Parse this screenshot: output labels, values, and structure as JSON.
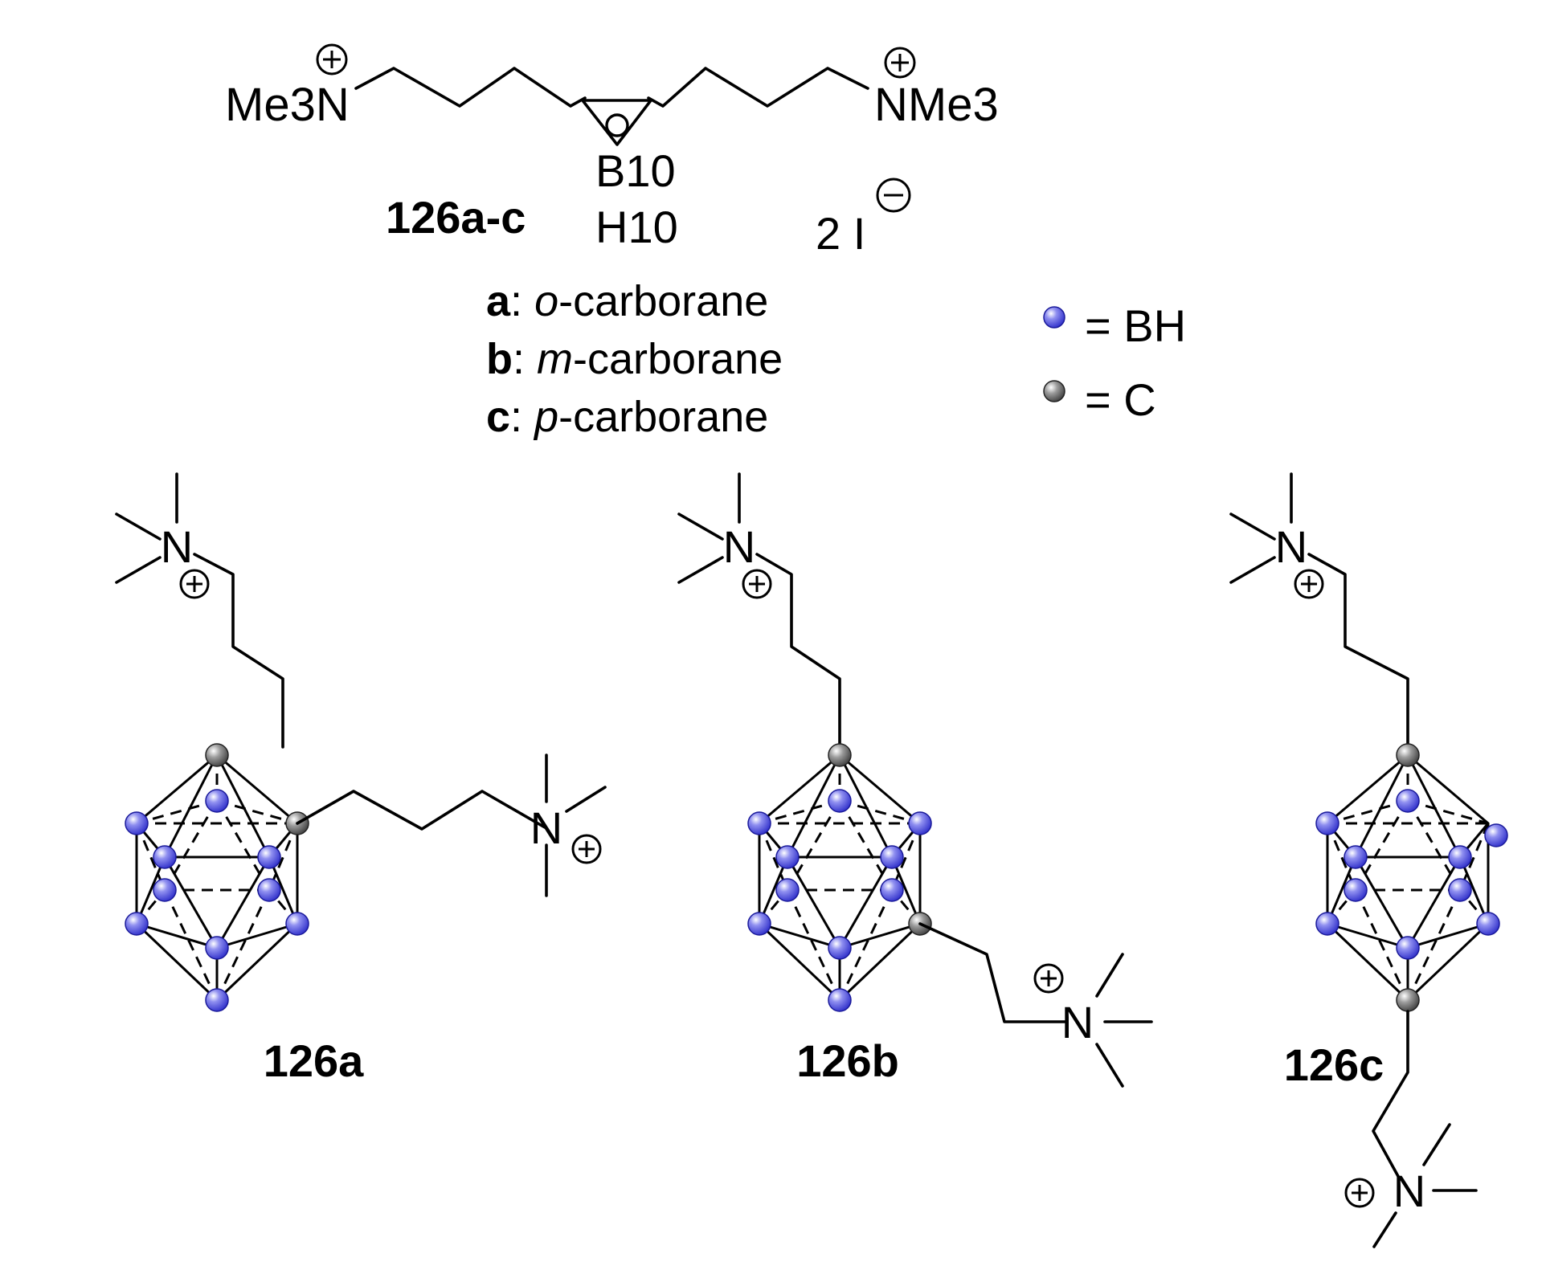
{
  "top_scheme": {
    "left_group": "Me3N",
    "right_group": "NMe3",
    "cage_b": "B10",
    "cage_h": "H10",
    "compound_label": "126a-c",
    "counterion": "2 I",
    "variants": [
      {
        "key": "a",
        "sep": ":",
        "prefix": "o",
        "rest": "-carborane"
      },
      {
        "key": "b",
        "sep": ":",
        "prefix": "m",
        "rest": "-carborane"
      },
      {
        "key": "c",
        "sep": ":",
        "prefix": "p",
        "rest": "-carborane"
      }
    ]
  },
  "legend": {
    "bh": {
      "text": "= BH",
      "color": "#3a3ad6"
    },
    "c": {
      "text": "= C",
      "color": "#555555"
    }
  },
  "atoms": {
    "n": "N",
    "plus": "+",
    "minus": "−"
  },
  "structures": {
    "a": {
      "label": "126a"
    },
    "b": {
      "label": "126b"
    },
    "c": {
      "label": "126c"
    }
  },
  "colors": {
    "boron": "#3a3ad6",
    "carbon": "#555555",
    "line": "#000000"
  }
}
